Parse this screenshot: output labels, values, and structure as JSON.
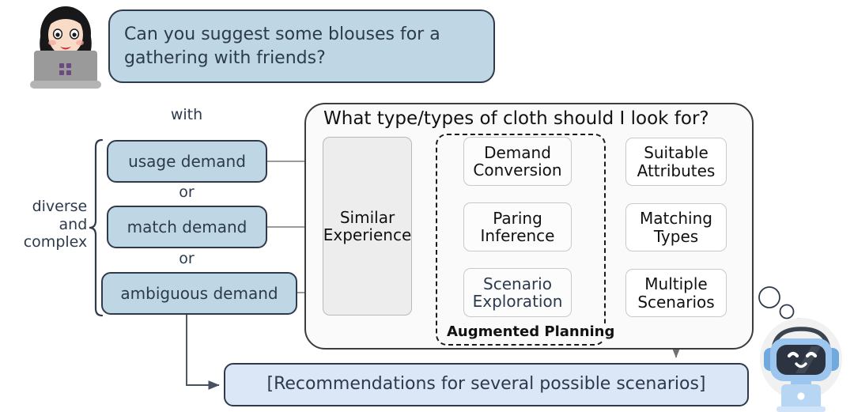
{
  "user": {
    "avatar_name": "woman-at-laptop-avatar",
    "message": "Can you suggest some blouses for a gathering with friends?"
  },
  "left_branch": {
    "with_label": "with",
    "brace_label": "diverse\nand\ncomplex",
    "or_label_1": "or",
    "or_label_2": "or",
    "demands": [
      {
        "label": "usage demand"
      },
      {
        "label": "match demand"
      },
      {
        "label": "ambiguous demand"
      }
    ]
  },
  "panel": {
    "title": "What type/types of cloth should I look for?",
    "memory_box": "Similar\nExperience",
    "dashed_group_label": "Augmented Planning",
    "planning_steps": [
      {
        "label": "Demand\nConversion",
        "accent": false
      },
      {
        "label": "Paring\nInference",
        "accent": false
      },
      {
        "label": "Scenario\nExploration",
        "accent": true
      }
    ],
    "outputs": [
      {
        "label": "Suitable\nAttributes"
      },
      {
        "label": "Matching\nTypes"
      },
      {
        "label": "Multiple\nScenarios"
      }
    ]
  },
  "result": {
    "label": "[Recommendations for several possible scenarios]"
  },
  "bot": {
    "avatar_name": "robot-at-laptop-avatar",
    "thought_bubbles": 3
  },
  "colors": {
    "chip_fill": "#bfd6e4",
    "chip_border": "#2f3b4d",
    "text_navy": "#2c3a4d",
    "panel_fill": "#fafafa",
    "panel_border": "#3c3c3c",
    "memory_fill": "#ededed",
    "result_fill": "#dbe7f7",
    "arrow_gray": "#6f6f6f",
    "arrow_dark": "#3b4654",
    "bot_blue": "#9cc6ee"
  }
}
